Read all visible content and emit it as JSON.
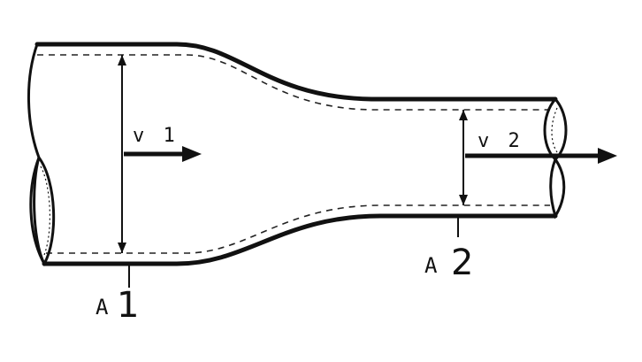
{
  "labels": {
    "v1": "v 1",
    "v2": "v 2",
    "a1_letter": "A",
    "a1_num": "1",
    "a2_letter": "A",
    "a2_num": "2"
  },
  "colors": {
    "ink": "#111111",
    "background": "#ffffff"
  }
}
